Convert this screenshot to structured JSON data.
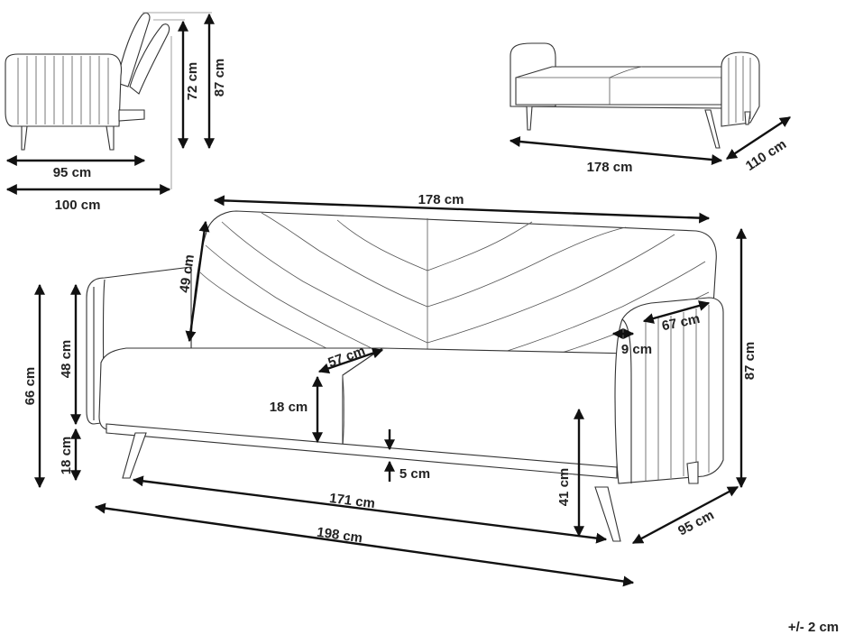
{
  "side_view": {
    "label_depth_seat": "95 cm",
    "label_depth_total": "100 cm",
    "label_height_seat": "72 cm",
    "label_height_total": "87 cm"
  },
  "bed_view": {
    "label_length": "178 cm",
    "label_depth": "110 cm"
  },
  "main_view": {
    "label_back_width": "178 cm",
    "label_back_height": "49 cm",
    "label_height_total_left": "66 cm",
    "label_armrest_height": "48 cm",
    "label_leg_height": "18 cm",
    "label_seat_depth": "57 cm",
    "label_seat_thickness": "18 cm",
    "label_seat_gap": "5 cm",
    "label_armrest_length": "67 cm",
    "label_armrest_width": "9 cm",
    "label_height_total_right": "87 cm",
    "label_seat_height": "41 cm",
    "label_inner_width": "171 cm",
    "label_total_width": "198 cm",
    "label_total_depth": "95 cm"
  },
  "tolerance": "+/- 2 cm"
}
